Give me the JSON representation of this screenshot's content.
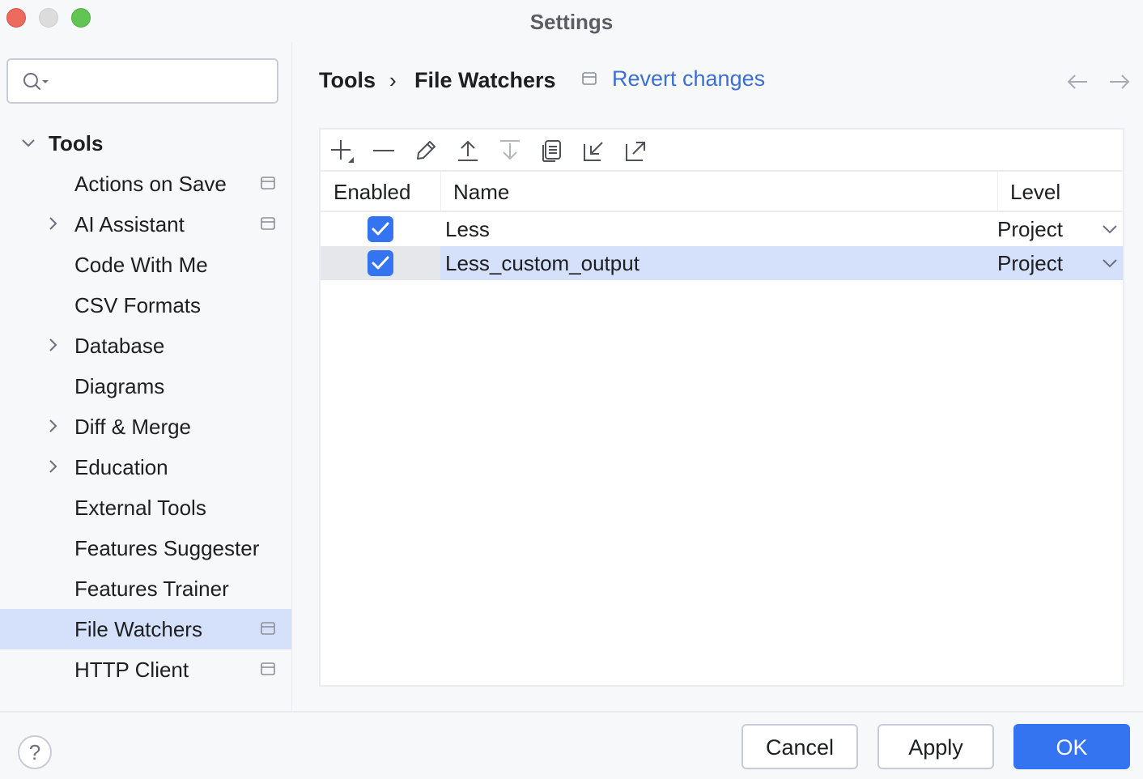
{
  "window": {
    "title": "Settings"
  },
  "search": {
    "placeholder": ""
  },
  "sidebar": {
    "root": {
      "label": "Tools"
    },
    "items": [
      {
        "label": "Actions on Save"
      },
      {
        "label": "AI Assistant"
      },
      {
        "label": "Code With Me"
      },
      {
        "label": "CSV Formats"
      },
      {
        "label": "Database"
      },
      {
        "label": "Diagrams"
      },
      {
        "label": "Diff & Merge"
      },
      {
        "label": "Education"
      },
      {
        "label": "External Tools"
      },
      {
        "label": "Features Suggester"
      },
      {
        "label": "Features Trainer"
      },
      {
        "label": "File Watchers"
      },
      {
        "label": "HTTP Client"
      }
    ],
    "selected": "File Watchers"
  },
  "breadcrumb": {
    "parent": "Tools",
    "separator": "›",
    "current": "File Watchers",
    "revert": "Revert changes"
  },
  "table": {
    "columns": {
      "enabled": "Enabled",
      "name": "Name",
      "level": "Level"
    },
    "rows": [
      {
        "enabled": true,
        "name": "Less",
        "level": "Project"
      },
      {
        "enabled": true,
        "name": "Less_custom_output",
        "level": "Project"
      }
    ]
  },
  "footer": {
    "help": "?",
    "cancel": "Cancel",
    "apply": "Apply",
    "ok": "OK"
  },
  "colors": {
    "accent": "#3574f0",
    "link": "#3b6fd1",
    "selection": "#d5e1fb"
  },
  "icons": {
    "toolbar": [
      "add-icon",
      "remove-icon",
      "edit-icon",
      "move-up-icon",
      "move-down-icon",
      "copy-icon",
      "import-icon",
      "export-icon"
    ]
  }
}
